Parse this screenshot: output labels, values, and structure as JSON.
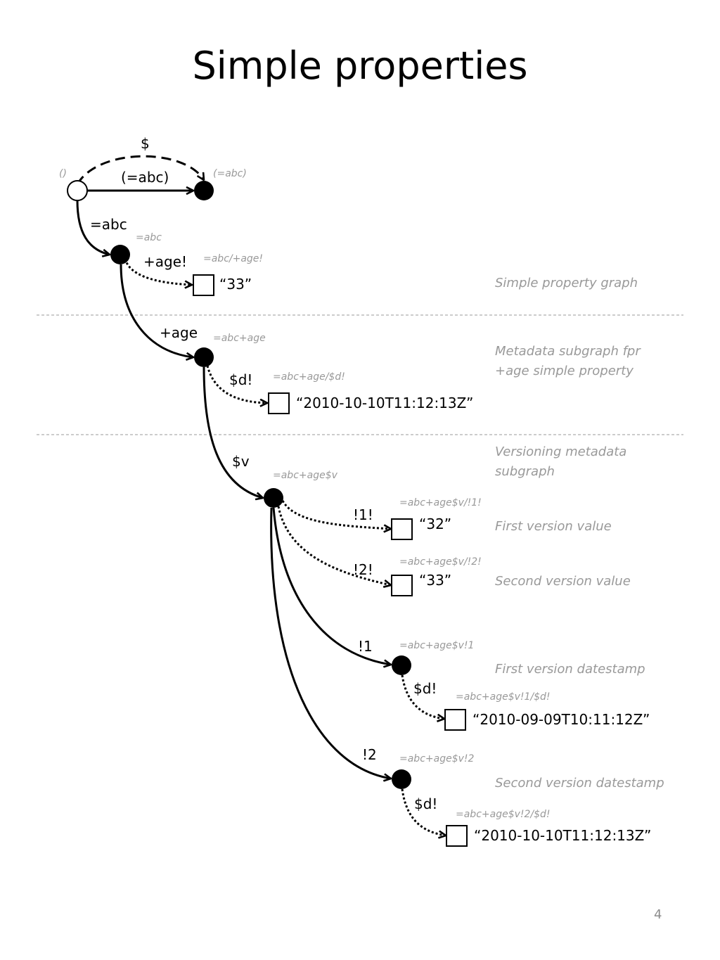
{
  "title": "Simple properties",
  "page_number": "4",
  "colors": {
    "stroke": "#000000",
    "uri": "#999999",
    "note": "#999999"
  },
  "edges": {
    "dollar": "$",
    "eq_abc_paren": "(=abc)",
    "eq_abc": "=abc",
    "plus_age_bang": "+age!",
    "plus_age": "+age",
    "d_bang_1": "$d!",
    "v": "$v",
    "v1_bang": "!1!",
    "v2_bang": "!2!",
    "v1": "!1",
    "v2": "!2",
    "d_bang_2": "$d!",
    "d_bang_3": "$d!"
  },
  "uris": {
    "root": "()",
    "abc_paren": "(=abc)",
    "abc": "=abc",
    "abc_age_bang": "=abc/+age!",
    "abc_age": "=abc+age",
    "abc_age_d": "=abc+age/$d!",
    "abc_age_v": "=abc+age$v",
    "abc_age_v_1_bang": "=abc+age$v/!1!",
    "abc_age_v_2_bang": "=abc+age$v/!2!",
    "abc_age_v_1": "=abc+age$v!1",
    "abc_age_v_1_d": "=abc+age$v!1/$d!",
    "abc_age_v_2": "=abc+age$v!2",
    "abc_age_v_2_d": "=abc+age$v!2/$d!"
  },
  "values": {
    "age": "“33”",
    "age_date": "“2010-10-10T11:12:13Z”",
    "v1_value": "“32”",
    "v2_value": "“33”",
    "v1_date": "“2010-09-09T10:11:12Z”",
    "v2_date": "“2010-10-10T11:12:13Z”"
  },
  "notes": {
    "simple_graph": "Simple property graph",
    "meta_line1": "Metadata subgraph fpr",
    "meta_line2": "+age simple property",
    "version_line1": "Versioning metadata",
    "version_line2": "subgraph",
    "first_value": "First version value",
    "second_value": "Second version value",
    "first_date": "First version datestamp",
    "second_date": "Second version datestamp"
  }
}
